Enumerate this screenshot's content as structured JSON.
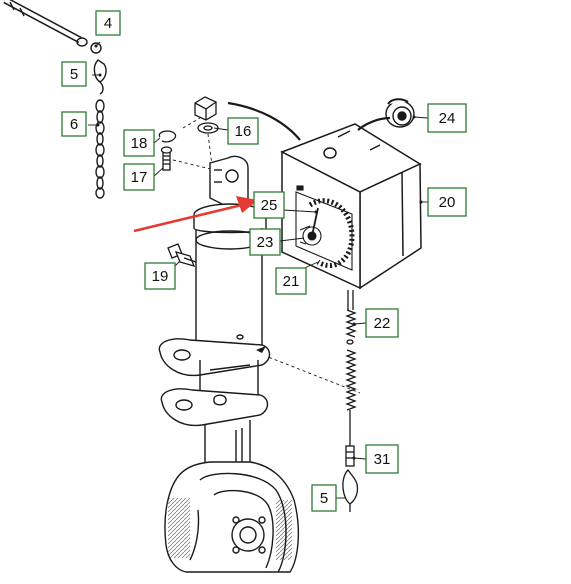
{
  "callouts": [
    {
      "id": "c4",
      "label": "4"
    },
    {
      "id": "c5a",
      "label": "5"
    },
    {
      "id": "c6",
      "label": "6"
    },
    {
      "id": "c18",
      "label": "18"
    },
    {
      "id": "c17",
      "label": "17"
    },
    {
      "id": "c16",
      "label": "16"
    },
    {
      "id": "c25",
      "label": "25"
    },
    {
      "id": "c23",
      "label": "23"
    },
    {
      "id": "c21",
      "label": "21"
    },
    {
      "id": "c19",
      "label": "19"
    },
    {
      "id": "c24",
      "label": "24"
    },
    {
      "id": "c20",
      "label": "20"
    },
    {
      "id": "c22",
      "label": "22"
    },
    {
      "id": "c31",
      "label": "31"
    },
    {
      "id": "c5b",
      "label": "5"
    }
  ],
  "colors": {
    "callout_border": "#2e7d32",
    "callout_text": "#111111",
    "pointer_arrow": "#e53935",
    "line_art": "#1a1a1a"
  },
  "icons": {
    "pointer": "red-pointer-arrow"
  }
}
